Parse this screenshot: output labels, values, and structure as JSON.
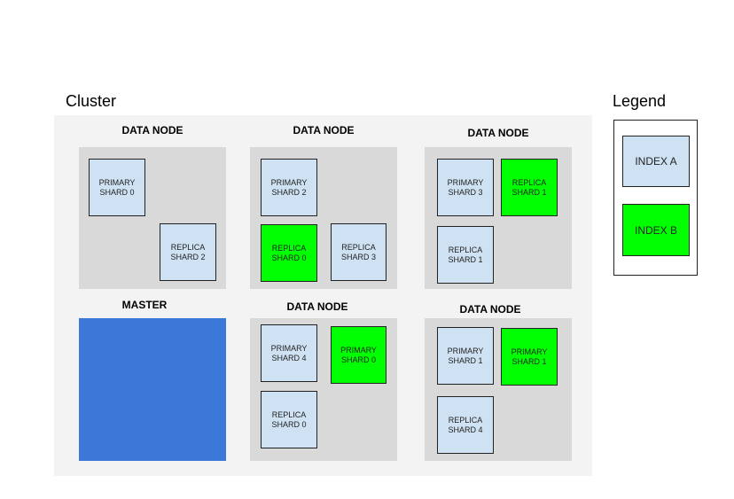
{
  "colors": {
    "index_a": "#cfe2f3",
    "index_b": "#00ff00",
    "master": "#3c78d8",
    "node": "#d9d9d9",
    "cluster": "#f3f3f3"
  },
  "cluster": {
    "title": "Cluster"
  },
  "legend": {
    "title": "Legend",
    "items": [
      {
        "label": "INDEX A",
        "index": "a"
      },
      {
        "label": "INDEX B",
        "index": "b"
      }
    ]
  },
  "nodes": [
    {
      "label": "DATA NODE",
      "shards": [
        {
          "text": "PRIMARY\nSHARD 0",
          "index": "a"
        },
        {
          "text": "REPLICA\nSHARD 2",
          "index": "a"
        }
      ]
    },
    {
      "label": "DATA NODE",
      "shards": [
        {
          "text": "PRIMARY\nSHARD 2",
          "index": "a"
        },
        {
          "text": "REPLICA\nSHARD 0",
          "index": "b"
        },
        {
          "text": "REPLICA\nSHARD 3",
          "index": "a"
        }
      ]
    },
    {
      "label": "DATA NODE",
      "shards": [
        {
          "text": "PRIMARY\nSHARD 3",
          "index": "a"
        },
        {
          "text": "REPLICA\nSHARD 1",
          "index": "b"
        },
        {
          "text": "REPLICA\nSHARD 1",
          "index": "a"
        }
      ]
    },
    {
      "label": "MASTER",
      "shards": []
    },
    {
      "label": "DATA NODE",
      "shards": [
        {
          "text": "PRIMARY\nSHARD 4",
          "index": "a"
        },
        {
          "text": "PRIMARY\nSHARD 0",
          "index": "b"
        },
        {
          "text": "REPLICA\nSHARD 0",
          "index": "a"
        }
      ]
    },
    {
      "label": "DATA NODE",
      "shards": [
        {
          "text": "PRIMARY\nSHARD 1",
          "index": "a"
        },
        {
          "text": "PRIMARY\nSHARD 1",
          "index": "b"
        },
        {
          "text": "REPLICA\nSHARD 4",
          "index": "a"
        }
      ]
    }
  ]
}
